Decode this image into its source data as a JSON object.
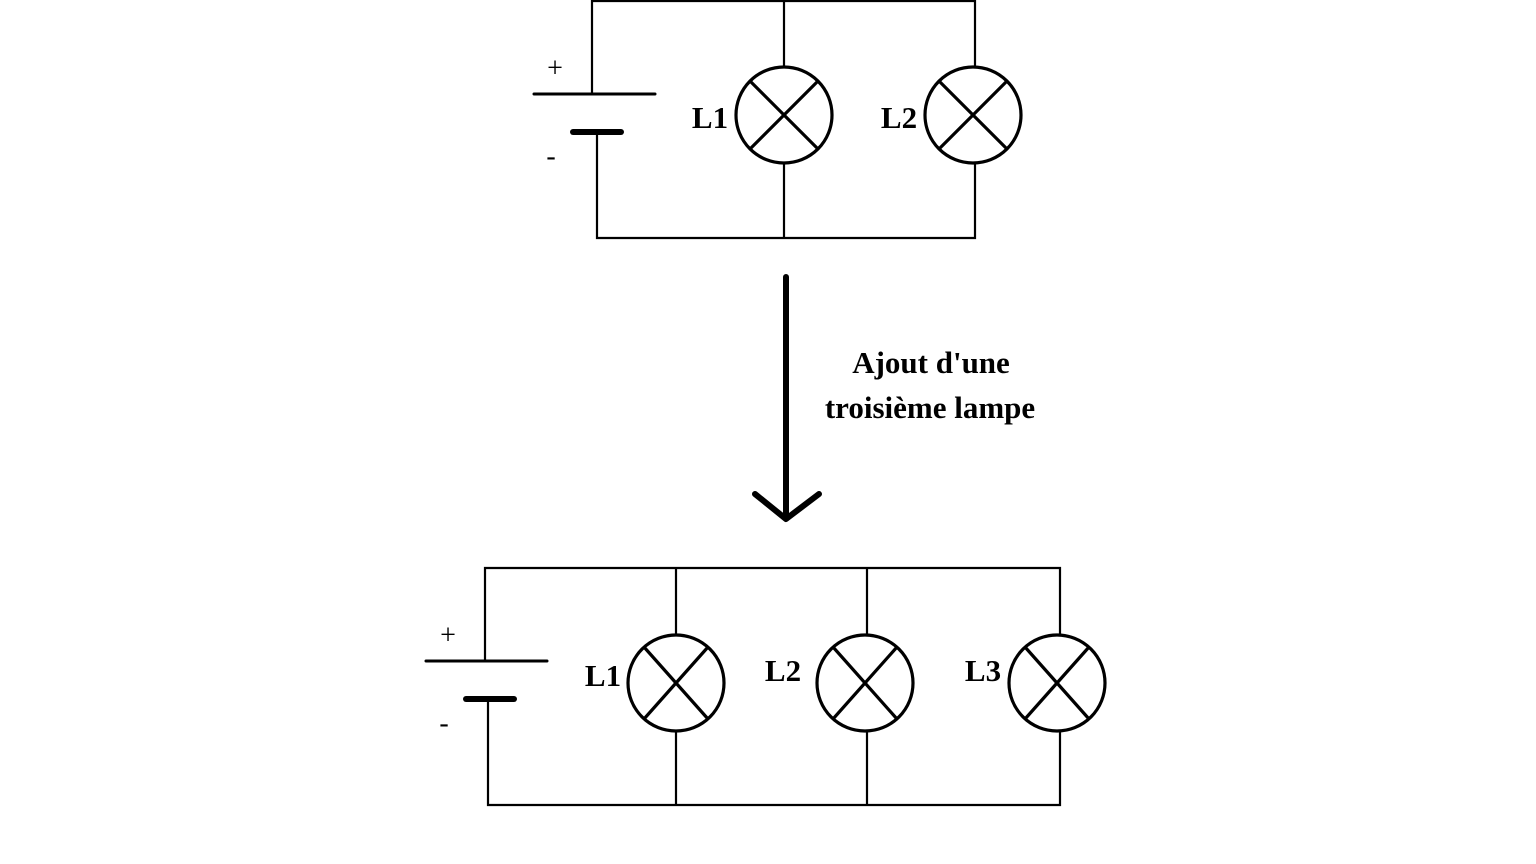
{
  "diagram": {
    "title": "Parallel circuit: adding a third lamp",
    "colors": {
      "stroke": "#000000",
      "background": "#ffffff"
    },
    "top_circuit": {
      "name": "circuit-two-lamps",
      "battery": {
        "positive_label": "+",
        "negative_label": "-"
      },
      "lamps": [
        {
          "id": "L1",
          "label": "L1"
        },
        {
          "id": "L2",
          "label": "L2"
        }
      ]
    },
    "transition": {
      "caption_line1": "Ajout d'une",
      "caption_line2": "troisième lampe",
      "arrow_direction": "down"
    },
    "bottom_circuit": {
      "name": "circuit-three-lamps",
      "battery": {
        "positive_label": "+",
        "negative_label": "-"
      },
      "lamps": [
        {
          "id": "L1",
          "label": "L1"
        },
        {
          "id": "L2",
          "label": "L2"
        },
        {
          "id": "L3",
          "label": "L3"
        }
      ]
    }
  }
}
